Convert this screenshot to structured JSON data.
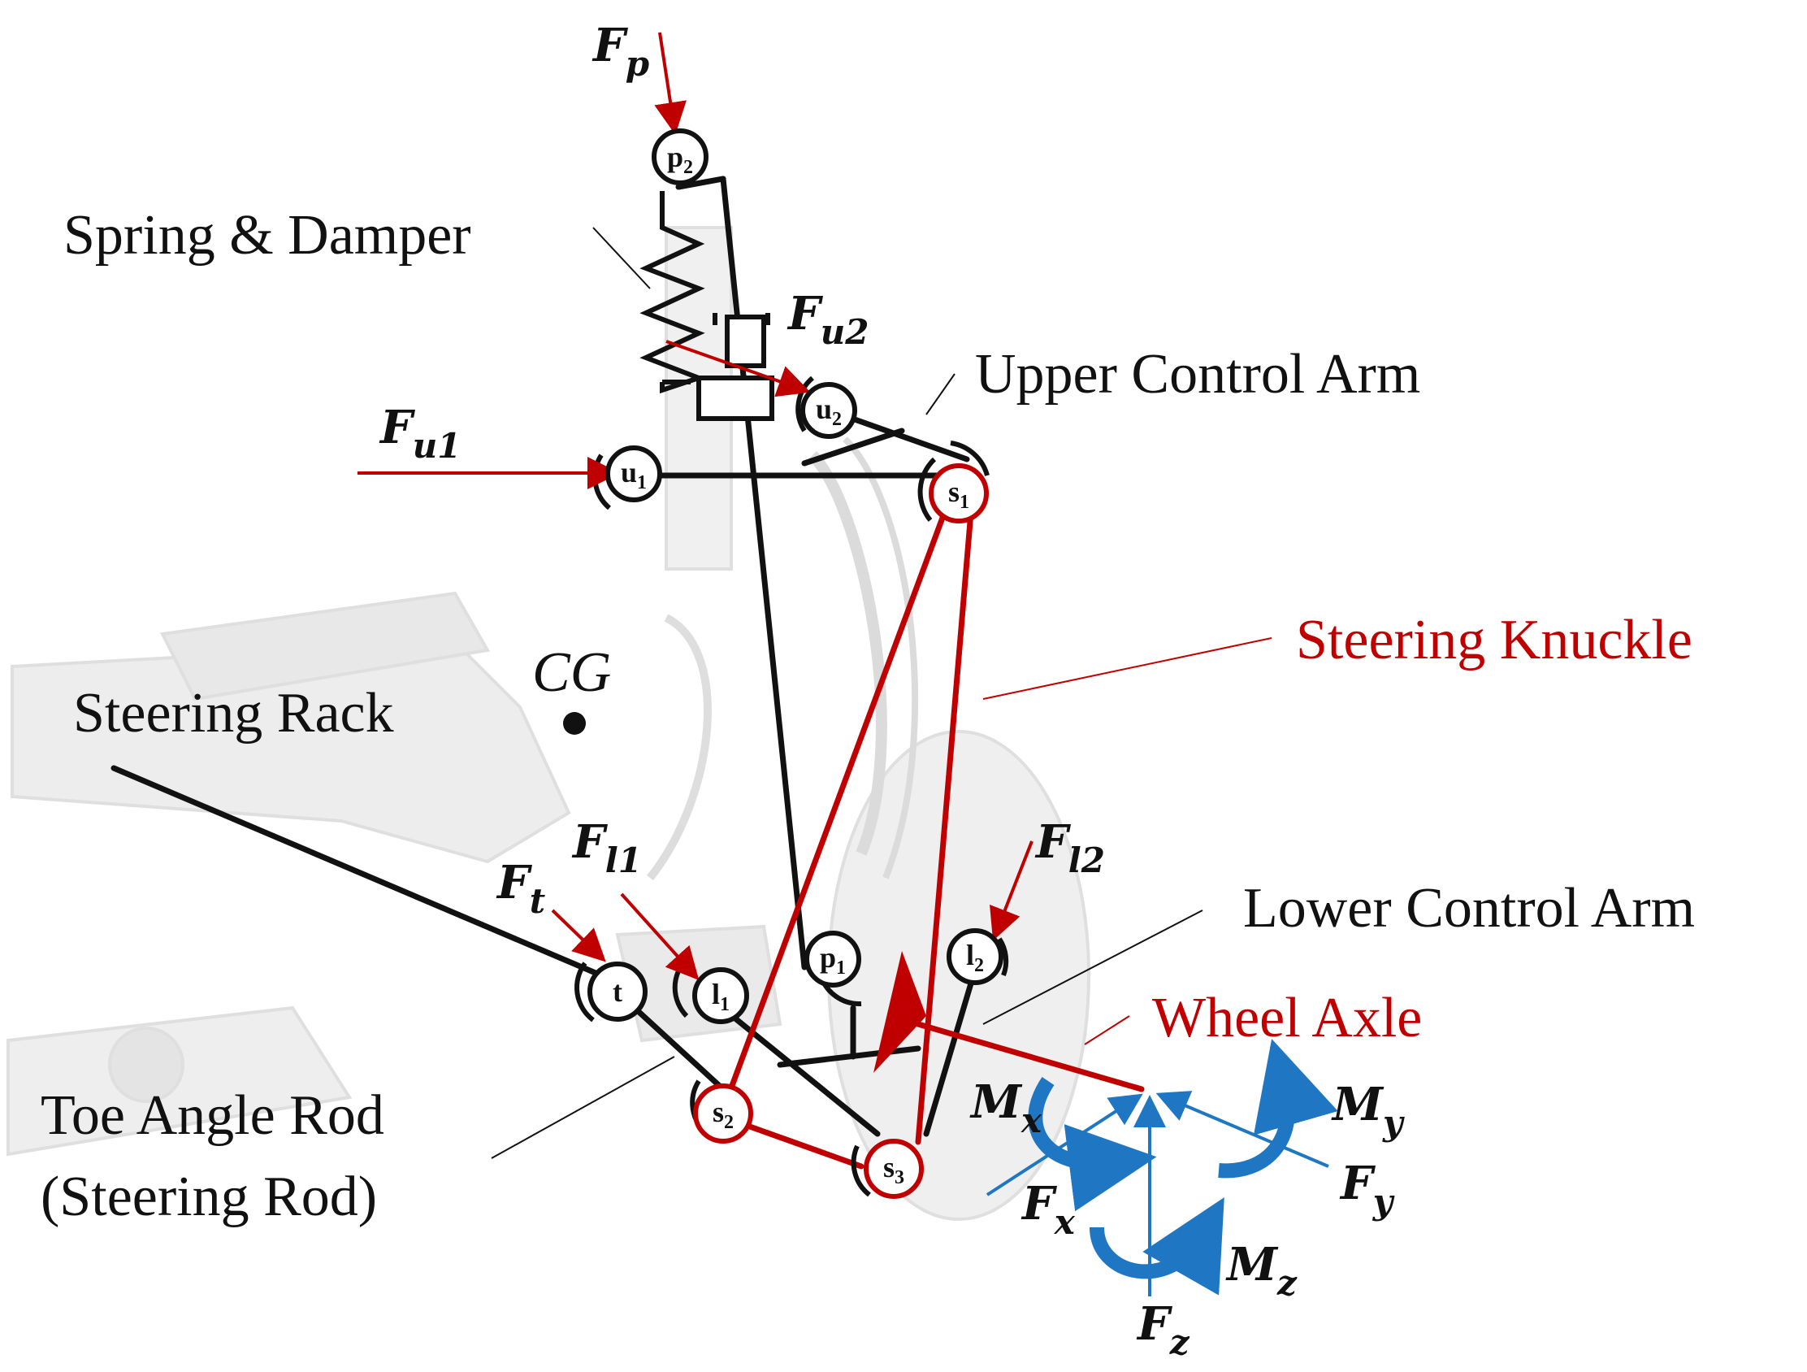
{
  "colors": {
    "black": "#111111",
    "red": "#c00000",
    "blue": "#1f77c4",
    "ghost": "#e4e4e4"
  },
  "labels": {
    "spring_damper": "Spring & Damper",
    "upper_arm": "Upper Control Arm",
    "steering_knuckle": "Steering Knuckle",
    "steering_rack": "Steering Rack",
    "cg": "CG",
    "lower_arm": "Lower Control Arm",
    "wheel_axle": "Wheel Axle",
    "toe_rod_1": "Toe Angle Rod",
    "toe_rod_2": "(Steering Rod)"
  },
  "forces": {
    "fp": {
      "main": "F",
      "sub": "p"
    },
    "fu1": {
      "main": "F",
      "sub": "u1"
    },
    "fu2": {
      "main": "F",
      "sub": "u2"
    },
    "ft": {
      "main": "F",
      "sub": "t"
    },
    "fl1": {
      "main": "F",
      "sub": "l1"
    },
    "fl2": {
      "main": "F",
      "sub": "l2"
    },
    "fx": {
      "main": "F",
      "sub": "x"
    },
    "fy": {
      "main": "F",
      "sub": "y"
    },
    "fz": {
      "main": "F",
      "sub": "z"
    },
    "mx": {
      "main": "M",
      "sub": "x"
    },
    "my": {
      "main": "M",
      "sub": "y"
    },
    "mz": {
      "main": "M",
      "sub": "z"
    }
  },
  "nodes": {
    "p2": {
      "main": "p",
      "sub": "2"
    },
    "u1": {
      "main": "u",
      "sub": "1"
    },
    "u2": {
      "main": "u",
      "sub": "2"
    },
    "s1": {
      "main": "s",
      "sub": "1"
    },
    "s2": {
      "main": "s",
      "sub": "2"
    },
    "s3": {
      "main": "s",
      "sub": "3"
    },
    "t": {
      "main": "t",
      "sub": ""
    },
    "l1": {
      "main": "l",
      "sub": "1"
    },
    "l2": {
      "main": "l",
      "sub": "2"
    },
    "p1": {
      "main": "p",
      "sub": "1"
    }
  }
}
